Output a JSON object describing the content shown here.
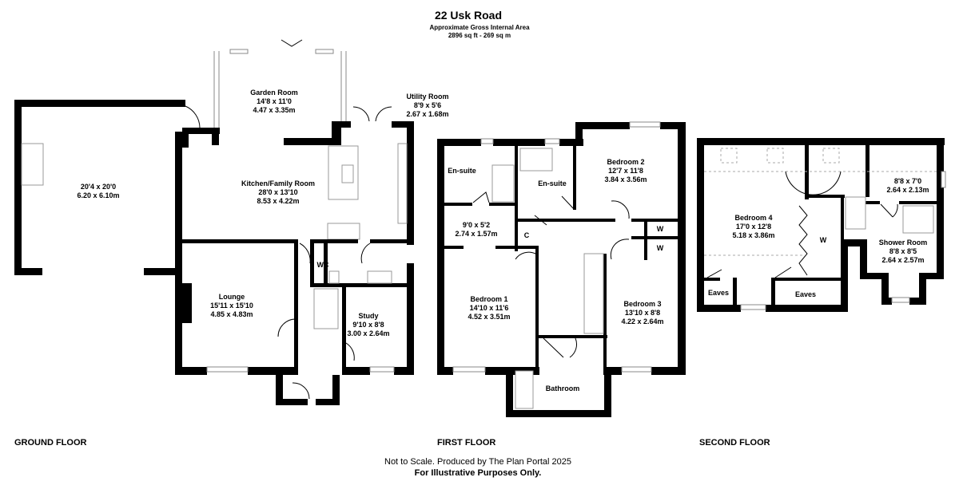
{
  "header": {
    "title": "22 Usk Road",
    "subtitle": "Approximate Gross Internal Area",
    "area": "2896 sq ft - 269 sq m"
  },
  "floors": [
    {
      "label": "GROUND FLOOR",
      "rooms": [
        {
          "name": "",
          "imperial": "20'4 x 20'0",
          "metric": "6.20 x 6.10m"
        },
        {
          "name": "Garden Room",
          "imperial": "14'8 x 11'0",
          "metric": "4.47 x 3.35m"
        },
        {
          "name": "Utility Room",
          "imperial": "8'9 x 5'6",
          "metric": "2.67 x 1.68m"
        },
        {
          "name": "Kitchen/Family Room",
          "imperial": "28'0 x 13'10",
          "metric": "8.53 x 4.22m"
        },
        {
          "name": "WC"
        },
        {
          "name": "Lounge",
          "imperial": "15'11 x 15'10",
          "metric": "4.85 x 4.83m"
        },
        {
          "name": "Study",
          "imperial": "9'10 x 8'8",
          "metric": "3.00 x 2.64m"
        }
      ]
    },
    {
      "label": "FIRST FLOOR",
      "rooms": [
        {
          "name": "En-suite"
        },
        {
          "name": "En-suite"
        },
        {
          "name": "Bedroom 2",
          "imperial": "12'7 x 11'8",
          "metric": "3.84 x 3.56m"
        },
        {
          "name": "",
          "imperial": "9'0 x 5'2",
          "metric": "2.74 x 1.57m"
        },
        {
          "name": "C"
        },
        {
          "name": "W"
        },
        {
          "name": "W"
        },
        {
          "name": "Bedroom 1",
          "imperial": "14'10 x 11'6",
          "metric": "4.52 x 3.51m"
        },
        {
          "name": "Bedroom 3",
          "imperial": "13'10 x 8'8",
          "metric": "4.22 x 2.64m"
        },
        {
          "name": "Bathroom"
        }
      ]
    },
    {
      "label": "SECOND FLOOR",
      "rooms": [
        {
          "name": "",
          "imperial": "8'8 x 7'0",
          "metric": "2.64 x 2.13m"
        },
        {
          "name": "Bedroom 4",
          "imperial": "17'0 x 12'8",
          "metric": "5.18 x 3.86m"
        },
        {
          "name": "W"
        },
        {
          "name": "Shower Room",
          "imperial": "8'8 x 8'5",
          "metric": "2.64 x 2.57m"
        },
        {
          "name": "Eaves"
        },
        {
          "name": "Eaves"
        }
      ]
    }
  ],
  "footer": {
    "line1": "Not to Scale. Produced by The Plan Portal 2025",
    "line2": "For Illustrative Purposes Only."
  }
}
